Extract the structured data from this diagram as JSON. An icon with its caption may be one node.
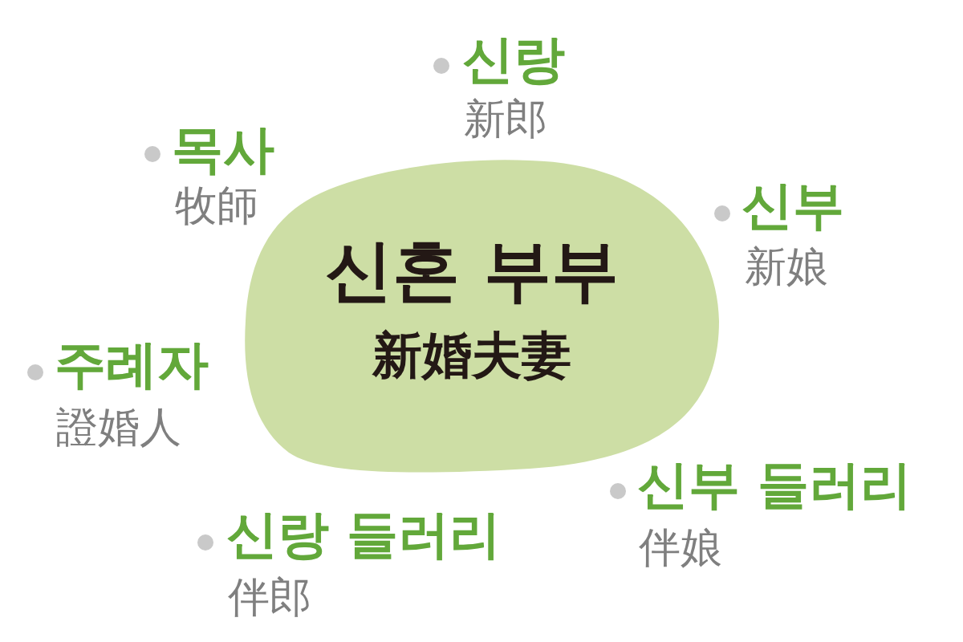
{
  "diagram": {
    "nodes": [
      {
        "text": [
          "신혼 부부",
          "新婚夫妻"
        ]
      }
    ],
    "labels": [
      "신랑",
      "新郎",
      "목사",
      "牧師",
      "신부",
      "新娘",
      "주례자",
      "證婚人",
      "신부 들러리",
      "伴娘",
      "신랑 들러리",
      "伴郎"
    ]
  }
}
